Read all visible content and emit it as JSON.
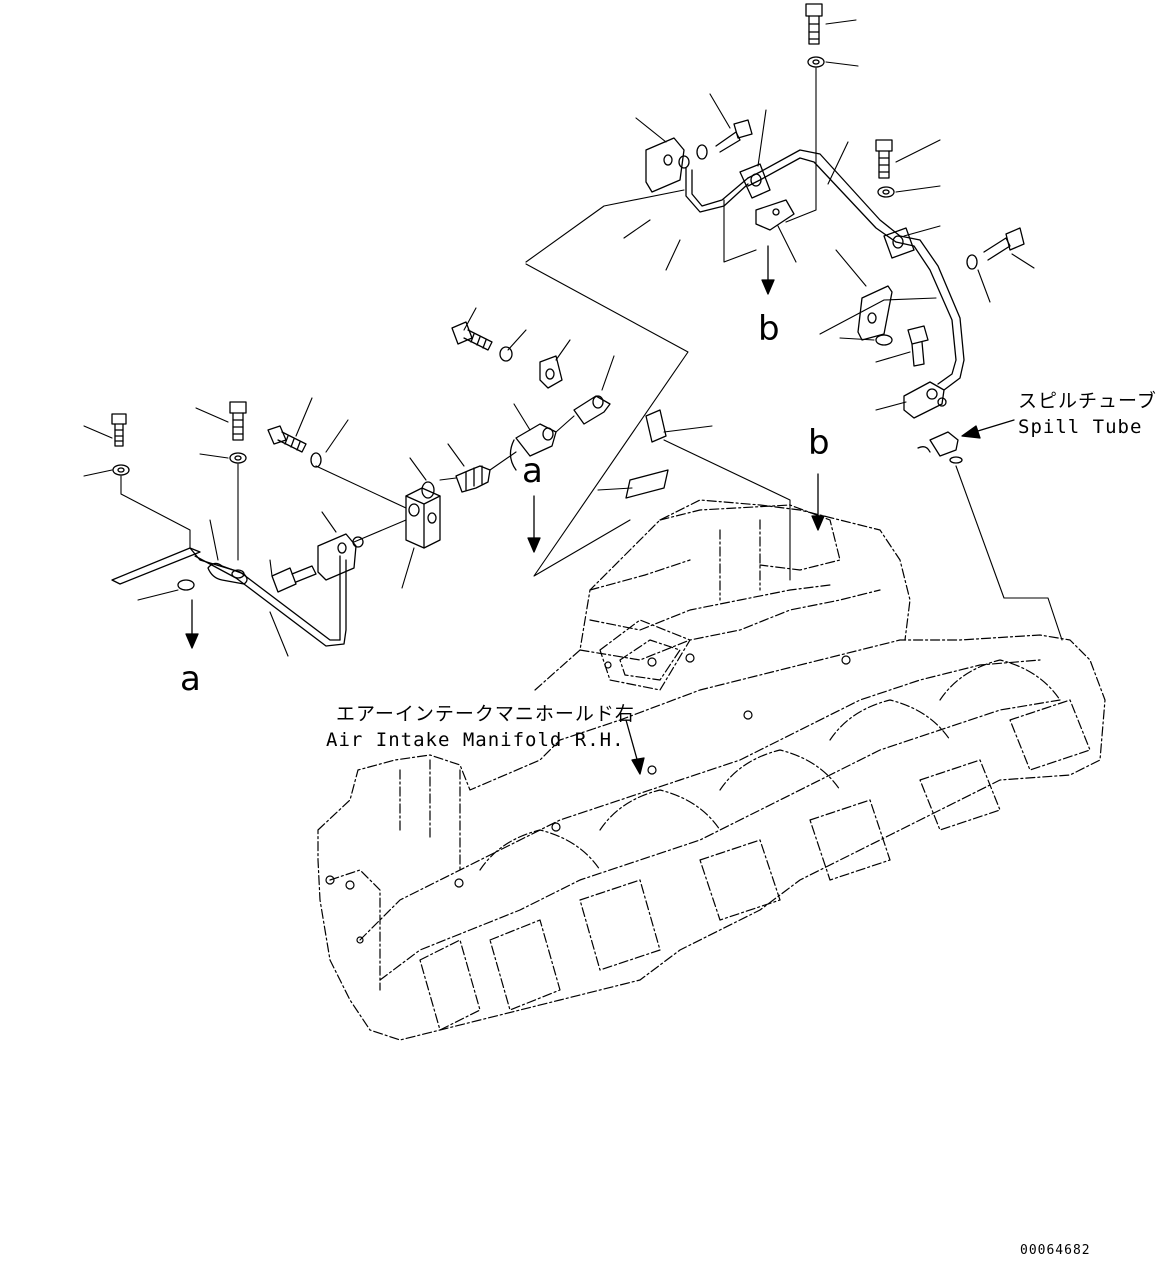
{
  "callouts": {
    "spill_tube_jp": "スピルチューブ",
    "spill_tube_en": "Spill Tube",
    "manifold_jp": "エアーインテークマニホールド右",
    "manifold_en": "Air Intake Manifold R.H."
  },
  "reference_letters": {
    "a_left": "a",
    "a_mid": "a",
    "b_top": "b",
    "b_mid": "b"
  },
  "document_number": "00064682",
  "colors": {
    "line": "#000000",
    "background": "#ffffff"
  }
}
